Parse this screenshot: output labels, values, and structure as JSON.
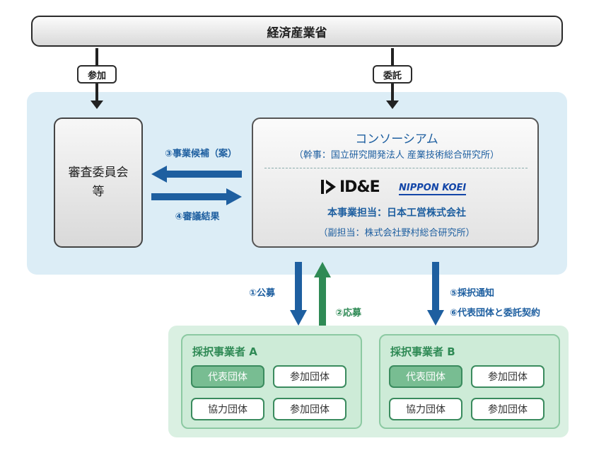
{
  "ministry": "経済産業省",
  "left_link": "参加",
  "right_link": "委託",
  "review_committee": [
    "審査委員会",
    "等"
  ],
  "consortium": {
    "title": "コンソーシアム",
    "subtitle": "（幹事：国立研究開発法人 産業技術総合研究所）",
    "logo_idae": "ID&E",
    "logo_nippon_koei": "NIPPON KOEI",
    "lead": "本事業担当：日本工営株式会社",
    "sublead": "（副担当：株式会社野村総合研究所）"
  },
  "arrows": {
    "candidates": "③事業候補（案）",
    "results": "④審議結果",
    "public_call": "①公募",
    "application": "②応募",
    "notify": "⑤採択通知",
    "contract": "⑥代表団体と委託契約"
  },
  "operators": [
    {
      "title": "採択事業者 A",
      "chips": [
        "代表団体",
        "参加団体",
        "協力団体",
        "参加団体"
      ]
    },
    {
      "title": "採択事業者 B",
      "chips": [
        "代表団体",
        "参加団体",
        "協力団体",
        "参加団体"
      ]
    }
  ],
  "colors": {
    "blue": "#1e5fa0",
    "green": "#2f8a55",
    "blue_panel": "#dcedf6",
    "green_panel": "#daf0e2"
  }
}
